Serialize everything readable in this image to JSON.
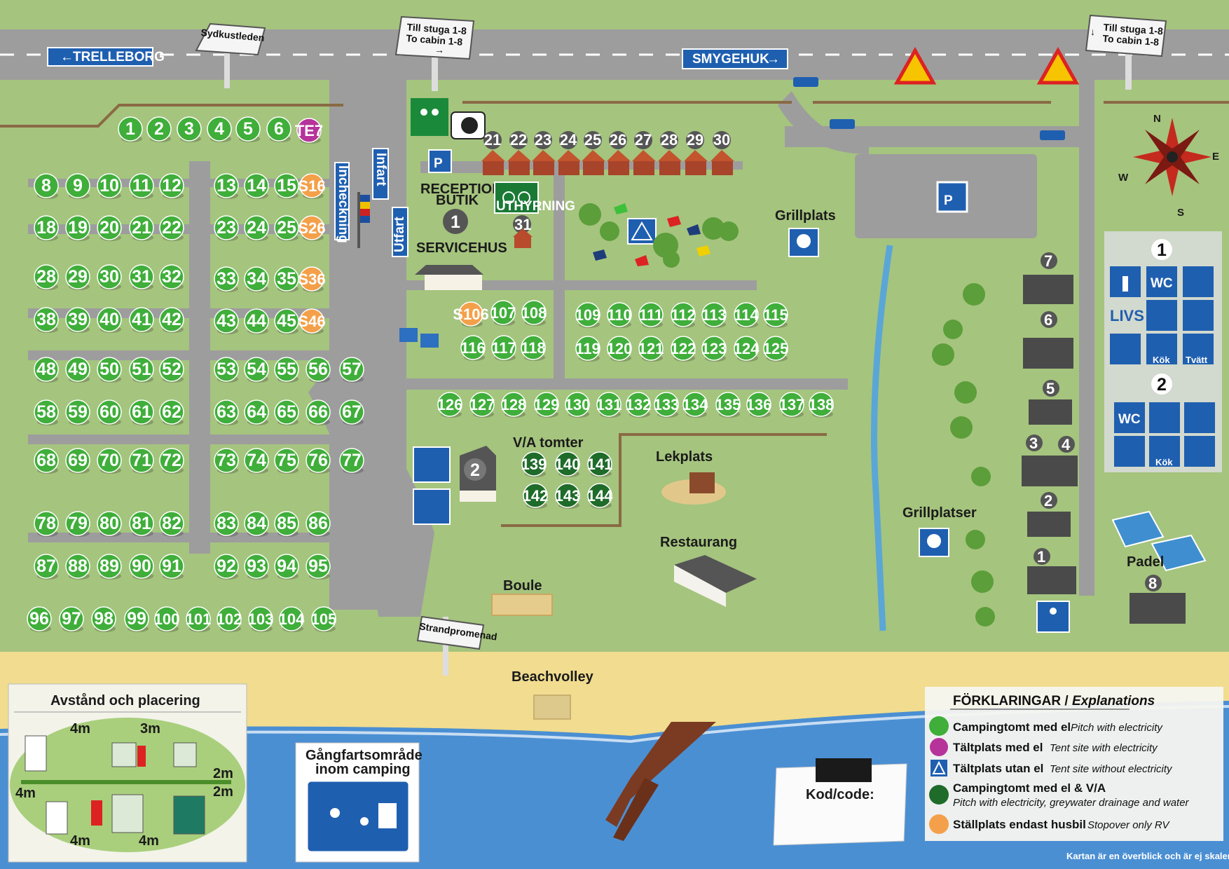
{
  "colors": {
    "grass": "#a5c47e",
    "road": "#9d9d9d",
    "pitch_electric": "#3fae3a",
    "pitch_va": "#1f6b2a",
    "tent_electric": "#b6339a",
    "rv_only": "#f4a04a",
    "sea": "#4b8fd3",
    "sand": "#f1dc8f",
    "sign_blue": "#1f5fb0"
  },
  "signs": {
    "trelleborg": "TRELLEBORG",
    "smygehuk": "SMYGEHUK",
    "sydkustleden": "Sydkustleden",
    "cabin_left_sv": "Till stuga 1-8",
    "cabin_left_en": "To cabin 1-8",
    "cabin_right_sv": "Till stuga 1-8",
    "cabin_right_en": "To cabin 1-8",
    "incheckning": "Incheckning",
    "infart": "Infart",
    "utfart": "Utfart",
    "strandpromenad": "Strandpromenad"
  },
  "places": {
    "reception": "RECEPTION",
    "butik": "BUTIK",
    "servicehus": "SERVICEHUS",
    "uthyrning": "UTHYRNING",
    "grillplats": "Grillplats",
    "grillplatser": "Grillplatser",
    "va_tomter": "V/A tomter",
    "lekplats": "Lekplats",
    "restaurang": "Restaurang",
    "boule": "Boule",
    "beachvolley": "Beachvolley",
    "padel": "Padel",
    "parking": "P",
    "service_1": "1",
    "service_2": "2",
    "cabin_31": "31"
  },
  "pitches": {
    "row_1": [
      "1",
      "2",
      "3",
      "4",
      "5",
      "6"
    ],
    "te7": "TE7",
    "cabins": [
      "21",
      "22",
      "23",
      "24",
      "25",
      "26",
      "27",
      "28",
      "29",
      "30"
    ],
    "block_a": [
      [
        "8",
        "9",
        "10",
        "11",
        "12"
      ],
      [
        "18",
        "19",
        "20",
        "21",
        "22"
      ],
      [
        "28",
        "29",
        "30",
        "31",
        "32"
      ],
      [
        "38",
        "39",
        "40",
        "41",
        "42"
      ],
      [
        "48",
        "49",
        "50",
        "51",
        "52"
      ],
      [
        "58",
        "59",
        "60",
        "61",
        "62"
      ],
      [
        "68",
        "69",
        "70",
        "71",
        "72"
      ],
      [
        "78",
        "79",
        "80",
        "81",
        "82"
      ],
      [
        "87",
        "88",
        "89",
        "90",
        "91"
      ]
    ],
    "block_b": [
      [
        "13",
        "14",
        "15"
      ],
      [
        "23",
        "24",
        "25"
      ],
      [
        "33",
        "34",
        "35"
      ],
      [
        "43",
        "44",
        "45"
      ],
      [
        "53",
        "54",
        "55",
        "56",
        "57"
      ],
      [
        "63",
        "64",
        "65",
        "66",
        "67"
      ],
      [
        "73",
        "74",
        "75",
        "76",
        "77"
      ],
      [
        "83",
        "84",
        "85",
        "86"
      ],
      [
        "92",
        "93",
        "94",
        "95"
      ]
    ],
    "rv_b": [
      "S16",
      "S26",
      "S36",
      "S46"
    ],
    "row_96": [
      "96",
      "97",
      "98",
      "99",
      "100",
      "101",
      "102",
      "103",
      "104",
      "105"
    ],
    "s106": "S106",
    "row_107": [
      "107",
      "108"
    ],
    "row_116": [
      "116",
      "117",
      "118"
    ],
    "row_109": [
      "109",
      "110",
      "111",
      "112",
      "113",
      "114",
      "115"
    ],
    "row_119": [
      "119",
      "120",
      "121",
      "122",
      "123",
      "124",
      "125"
    ],
    "row_126": [
      "126",
      "127",
      "128",
      "129",
      "130",
      "131",
      "132",
      "133",
      "134",
      "135",
      "136",
      "137",
      "138"
    ],
    "va_top": [
      "139",
      "140",
      "141"
    ],
    "va_bottom": [
      "142",
      "143",
      "144"
    ]
  },
  "cabin_numbers": [
    "7",
    "6",
    "5",
    "3",
    "4",
    "2",
    "1",
    "8"
  ],
  "service_panel": {
    "group_1": "1",
    "group_2": "2",
    "livs": "LIVS",
    "wc_1": "WC",
    "wc_2": "WC",
    "kok_1": "Kök",
    "tvatt": "Tvätt",
    "kok_2": "Kök"
  },
  "distance_box": {
    "title": "Avstånd och placering",
    "d_top_1": "4m",
    "d_top_2": "3m",
    "d_right_1": "2m",
    "d_right_2": "2m",
    "d_left": "4m",
    "d_bottom_1": "4m",
    "d_bottom_2": "4m"
  },
  "gangfart": {
    "line_1": "Gångfartsområde",
    "line_2": "inom camping"
  },
  "code_note": "Kod/code:",
  "legend": {
    "title_sv": "FÖRKLARINGAR",
    "title_sep": " / ",
    "title_en": "Explanations",
    "items": [
      {
        "sv": "Campingtomt med el",
        "en": "Pitch with electricity"
      },
      {
        "sv": "Tältplats med el",
        "en": "Tent site with electricity"
      },
      {
        "sv": "Tältplats utan el",
        "en": "Tent site without electricity"
      },
      {
        "sv": "Campingtomt med el & V/A",
        "en": "Pitch with electricity, greywater drainage  and water"
      },
      {
        "sv": "Ställplats endast husbil",
        "en": "Stopover only RV"
      }
    ]
  },
  "compass": {
    "n": "N",
    "e": "E",
    "s": "S",
    "w": "W"
  },
  "disclaimer": "Kartan är en överblick och är ej skalenlig"
}
